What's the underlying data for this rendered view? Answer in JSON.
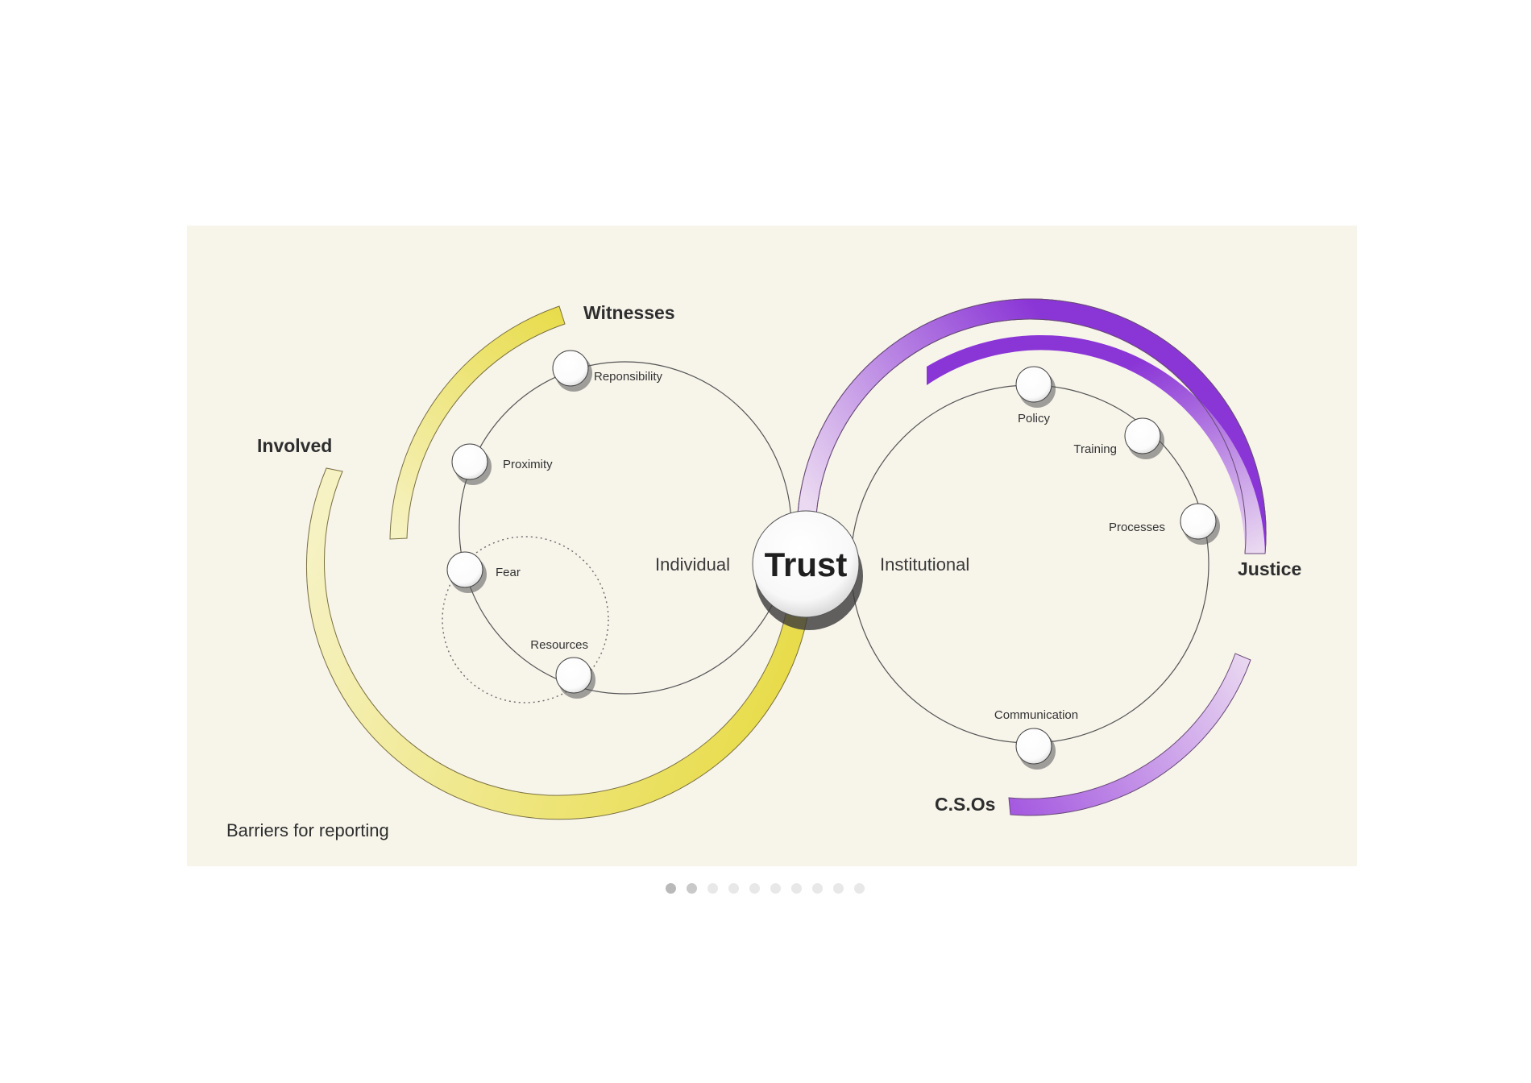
{
  "diagram": {
    "caption": "Barriers for reporting",
    "center": {
      "label": "Trust"
    },
    "left": {
      "label": "Individual",
      "arcs": {
        "witnesses": "Witnesses",
        "involved": "Involved"
      },
      "nodes": {
        "responsibility": "Reponsibility",
        "proximity": "Proximity",
        "fear": "Fear",
        "resources": "Resources"
      }
    },
    "right": {
      "label": "Institutional",
      "arcs": {
        "justice": "Justice",
        "csos": "C.S.Os"
      },
      "nodes": {
        "policy": "Policy",
        "training": "Training",
        "processes": "Processes",
        "communication": "Communication"
      }
    },
    "colors": {
      "panel": "#f7f4ea",
      "yellow": "#e8dc4a",
      "yellow_light": "#f6f2c4",
      "purple": "#8a35d6",
      "purple_light": "#ead9f1"
    }
  },
  "pager": {
    "count": 10,
    "active": 0
  }
}
